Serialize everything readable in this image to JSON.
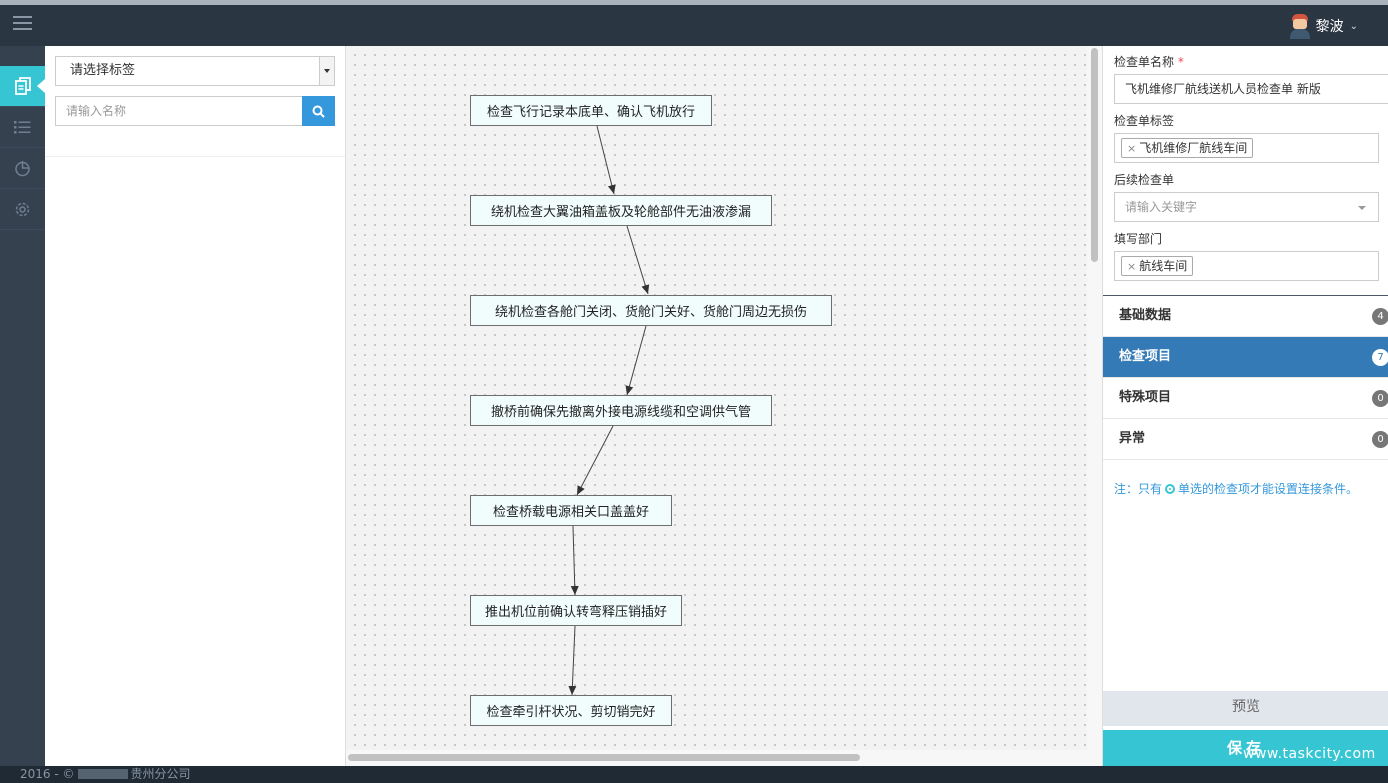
{
  "header": {
    "user_name": "黎波"
  },
  "sidebar": {
    "items": [
      {
        "icon": "documents-icon",
        "active": true
      },
      {
        "icon": "list-icon",
        "active": false
      },
      {
        "icon": "chart-pie-icon",
        "active": false
      },
      {
        "icon": "gear-icon",
        "active": false
      }
    ]
  },
  "left_panel": {
    "tag_select": "请选择标签",
    "search_placeholder": "请输入名称"
  },
  "flow": {
    "nodes": [
      "检查飞行记录本底单、确认飞机放行",
      "绕机检查大翼油箱盖板及轮舱部件无油液渗漏",
      "绕机检查各舱门关闭、货舱门关好、货舱门周边无损伤",
      "撤桥前确保先撤离外接电源线缆和空调供气管",
      "检查桥载电源相关口盖盖好",
      "推出机位前确认转弯释压销插好",
      "检查牵引杆状况、剪切销完好"
    ]
  },
  "form": {
    "name_label": "检查单名称",
    "required_mark": "*",
    "name_value": "飞机维修厂航线送机人员检查单 新版",
    "tag_label": "检查单标签",
    "tag_value": "飞机维修厂航线车间",
    "next_label": "后续检查单",
    "next_placeholder": "请输入关键字",
    "dept_label": "填写部门",
    "dept_value": "航线车间"
  },
  "tabs": [
    {
      "label": "基础数据",
      "count": "4",
      "active": false
    },
    {
      "label": "检查项目",
      "count": "7",
      "active": true
    },
    {
      "label": "特殊项目",
      "count": "0",
      "active": false
    },
    {
      "label": "异常",
      "count": "0",
      "active": false
    }
  ],
  "note": {
    "prefix": "注：只有",
    "suffix": "单选的检查项才能设置连接条件。"
  },
  "buttons": {
    "preview": "预览",
    "save": "保存"
  },
  "footer": {
    "copyright_prefix": "2016 - ©",
    "copyright_suffix": "贵州分公司"
  },
  "watermark": "www.taskcity.com",
  "colors": {
    "accent": "#36c6d3",
    "active_tab": "#337ab7",
    "search_button": "#3598dc",
    "required": "#e7505a"
  }
}
